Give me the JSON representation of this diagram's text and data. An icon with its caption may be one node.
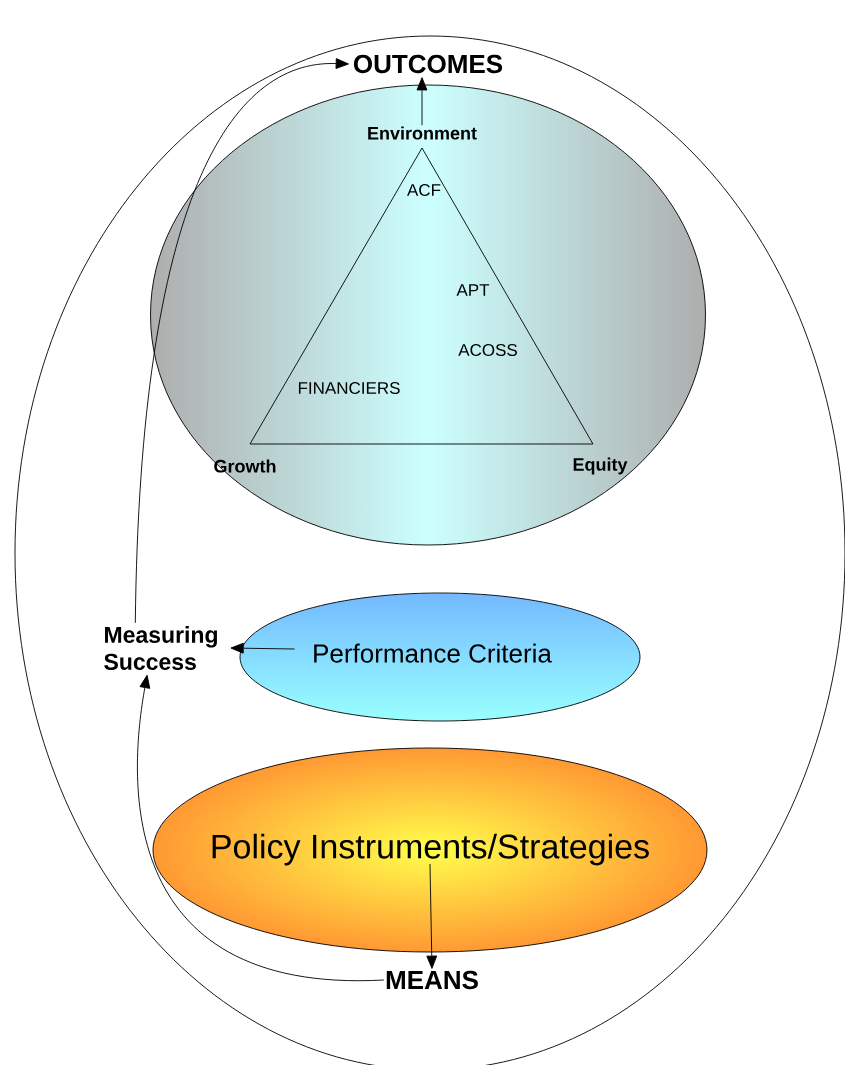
{
  "diagram": {
    "nodes": [
      {
        "text": [
          "OUTCOMES"
        ]
      },
      {
        "text": [],
        "shape": "ellipse"
      },
      {
        "text": [
          "Environment"
        ],
        "in": 1
      },
      {
        "text": [
          "ACF",
          "APT",
          "ACOSS",
          "FINANCIERS"
        ],
        "in": 1
      },
      {
        "text": [
          "Growth"
        ],
        "in": 1
      },
      {
        "text": [
          "Equity"
        ],
        "in": 1
      },
      {
        "text": [
          "Measuring Success"
        ]
      },
      {
        "text": [
          "Performance Criteria"
        ]
      },
      {
        "text": [
          "Policy Instruments/Strategies"
        ]
      },
      {
        "text": [
          "MEANS"
        ]
      }
    ],
    "edges": [
      {
        "from": 2,
        "to": 0,
        "arrow": "to"
      },
      {
        "from": 6,
        "to": 0,
        "arrow": "to"
      },
      {
        "from": 7,
        "to": 6,
        "arrow": "to"
      },
      {
        "from": 8,
        "to": 9,
        "arrow": "to"
      },
      {
        "from": 9,
        "to": 6,
        "arrow": "to"
      }
    ]
  }
}
